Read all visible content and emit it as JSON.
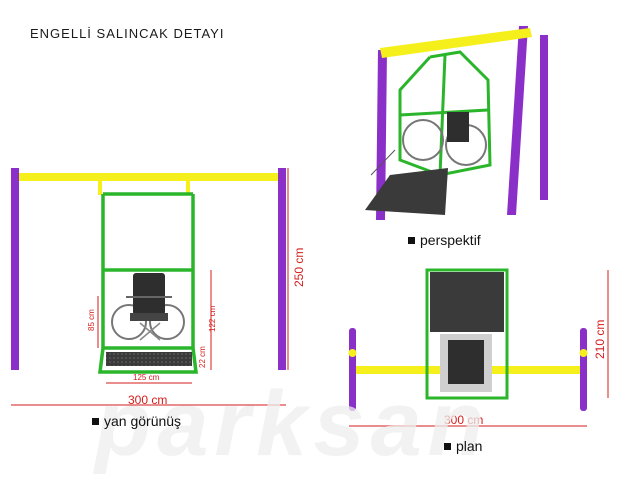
{
  "title": "ENGELLİ SALINCAK DETAYI",
  "captions": {
    "side": "yan görünüş",
    "perspective": "perspektif",
    "plan": "plan"
  },
  "dimensions": {
    "side_width": "300 cm",
    "side_height": "250 cm",
    "seat_height": "85 cm",
    "frame_height": "122 cm",
    "platform_width": "125 cm",
    "platform_height": "22 cm",
    "plan_width": "300 cm",
    "plan_depth": "210 cm"
  },
  "watermark": "parksan",
  "colors": {
    "post": "#8b2fc9",
    "beam": "#f5ef1c",
    "frame": "#2bb52b",
    "dimension": "#d61b1b",
    "platform": "#3a3a3a"
  }
}
